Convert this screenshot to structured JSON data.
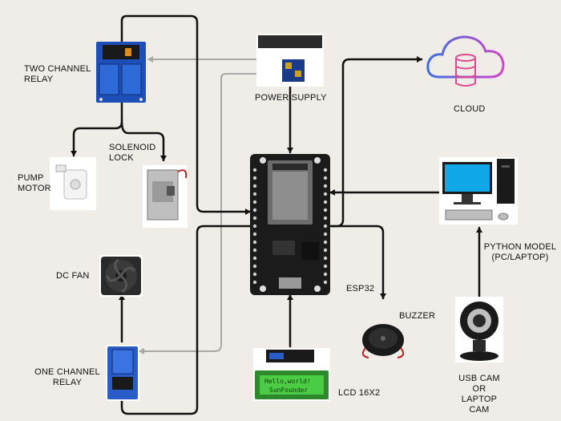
{
  "labels": {
    "two_channel_relay": [
      "TWO CHANNEL",
      "RELAY"
    ],
    "power_supply": "POWER  SUPPLY",
    "cloud": "CLOUD",
    "solenoid_lock": [
      "SOLENOID",
      "LOCK"
    ],
    "pump_motor": [
      "PUMP",
      "MOTOR"
    ],
    "dc_fan": "DC FAN",
    "esp32": "ESP32",
    "python_model": [
      "PYTHON MODEL",
      "(PC/LAPTOP)"
    ],
    "buzzer": "BUZZER",
    "one_channel_relay": [
      "ONE CHANNEL",
      "RELAY"
    ],
    "lcd": "LCD 16X2",
    "usb_cam": [
      "USB CAM",
      "OR",
      "LAPTOP",
      "CAM"
    ]
  },
  "lcd_screen": [
    "Hello,world!",
    "SunFounder"
  ],
  "colors": {
    "background": "#f0ece8",
    "wire_black": "#111111",
    "wire_grey": "#a8a8a8",
    "board_dark": "#1b1b1b",
    "relay_blue": "#2a5cc8",
    "lcd_green": "#2c8a2c",
    "monitor_screen": "#10a8e8",
    "cloud_gradient_start": "#3b6fe0",
    "cloud_gradient_end": "#d048c8"
  },
  "icons": [
    "cloud-database-icon",
    "desktop-computer-icon",
    "webcam-icon",
    "dc-fan-icon",
    "buzzer-icon"
  ]
}
